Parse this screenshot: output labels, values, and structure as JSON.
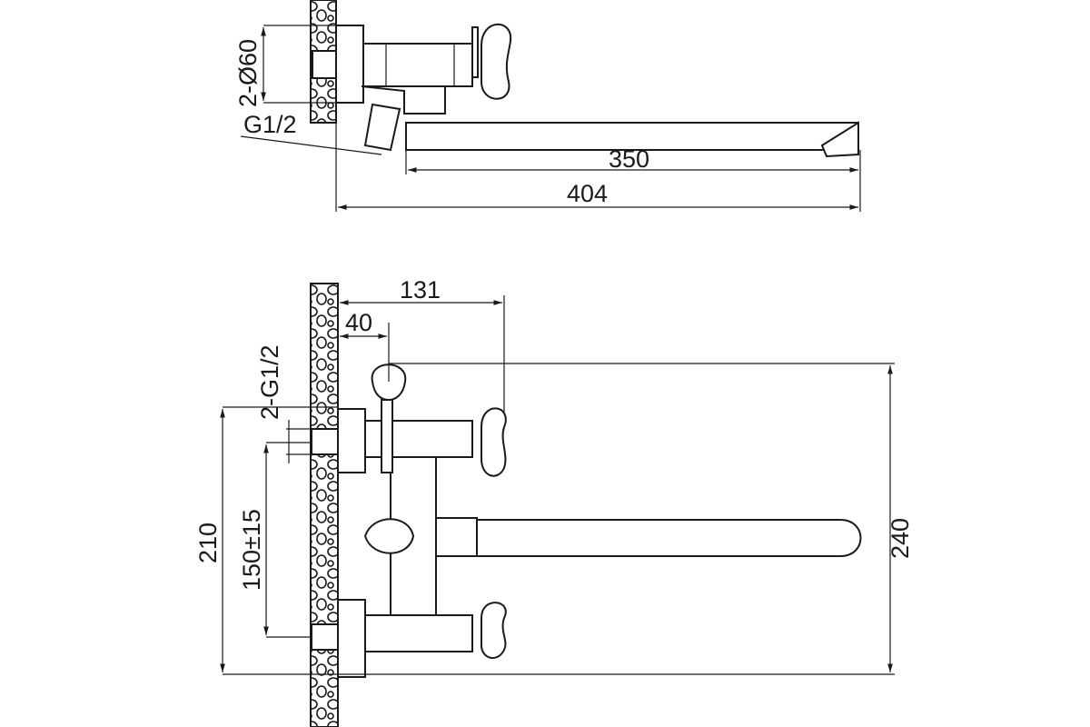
{
  "top_view": {
    "flange_diameter": "2-Ø60",
    "thread": "G1/2",
    "spout_length": "350",
    "overall_length": "404"
  },
  "front_view": {
    "outlet_offset": "131",
    "holder_offset": "40",
    "inlet_thread": "2-G1/2",
    "height_210": "210",
    "inlet_spacing": "150±15",
    "height_240": "240"
  }
}
